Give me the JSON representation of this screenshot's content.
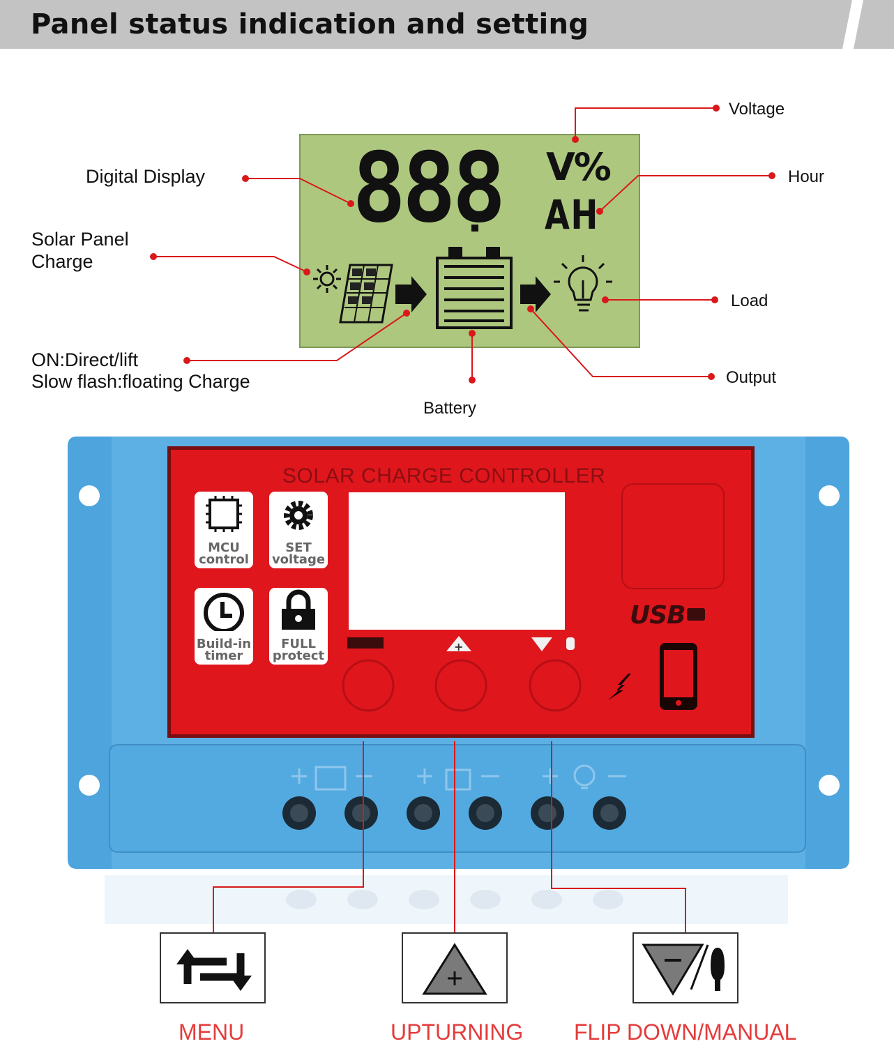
{
  "header": {
    "title": "Panel status indication and setting"
  },
  "lcd": {
    "digits": "888",
    "unit_top": "V%",
    "unit_bottom": "AH"
  },
  "labels": {
    "digital_display": "Digital Display",
    "solar_panel_charge_line1": "Solar Panel",
    "solar_panel_charge_line2": "Charge",
    "on_direct": "ON:Direct/lift",
    "slow_flash": "Slow flash:floating Charge",
    "battery": "Battery",
    "voltage": "Voltage",
    "hour": "Hour",
    "load": "Load",
    "output": "Output"
  },
  "controller": {
    "title": "SOLAR CHARGE CONTROLLER",
    "usb_label": "USB",
    "tiles": [
      {
        "line1": "MCU",
        "line2": "control",
        "icon": "chip-icon"
      },
      {
        "line1": "SET",
        "line2": "voltage",
        "icon": "gear-icon"
      },
      {
        "line1": "Build-in",
        "line2": "timer",
        "icon": "clock-icon"
      },
      {
        "line1": "FULL",
        "line2": "protect",
        "icon": "lock-icon"
      }
    ]
  },
  "buttons": [
    {
      "caption": "MENU",
      "icon": "menu-cycle-icon"
    },
    {
      "caption": "UPTURNING",
      "icon": "triangle-plus-icon"
    },
    {
      "caption": "FLIP DOWN/MANUAL",
      "icon": "triangle-minus-manual-icon"
    }
  ],
  "colors": {
    "lcd_background": "#aec77f",
    "leader_line": "#d9181b",
    "controller_body": "#4ea4dc",
    "controller_panel": "#e0161d",
    "caption": "#e53b3b"
  }
}
